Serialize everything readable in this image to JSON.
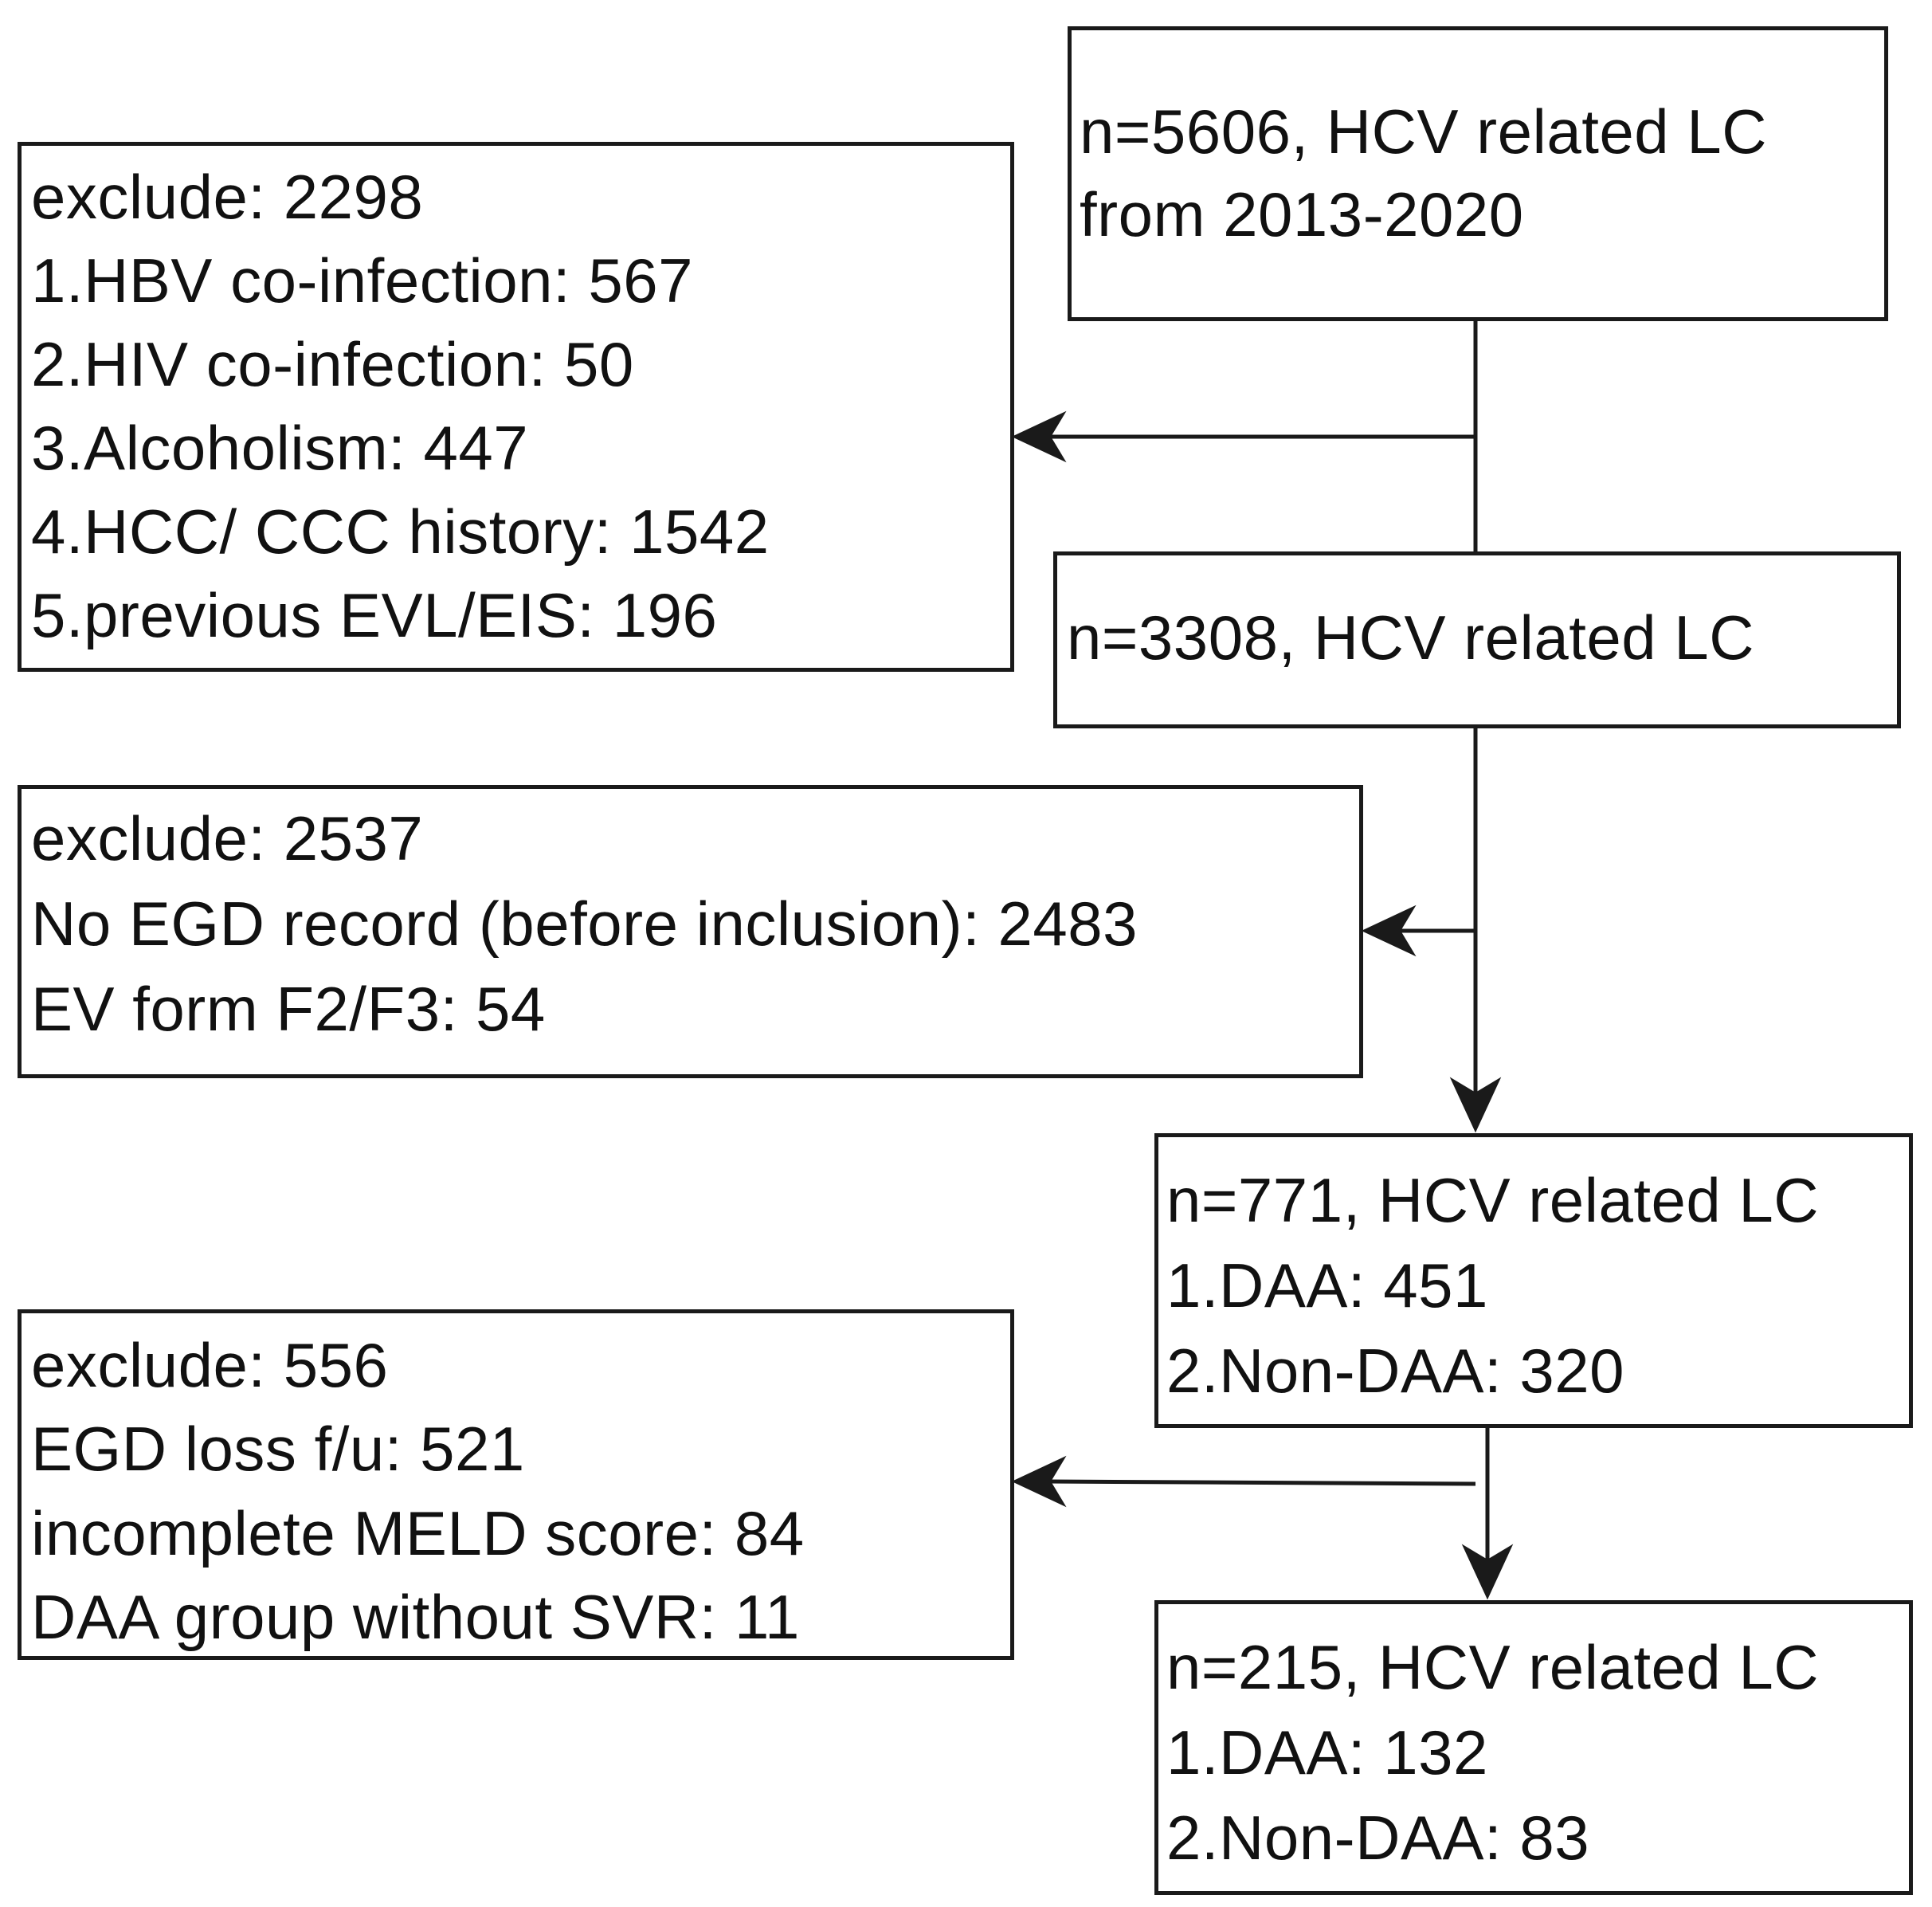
{
  "boxes": {
    "start": {
      "lines": [
        "n=5606, HCV related LC",
        " from 2013-2020"
      ]
    },
    "exclude_1": {
      "lines": [
        "exclude: 2298",
        "1.HBV co-infection: 567",
        "2.HIV co-infection: 50",
        "3.Alcoholism: 447",
        "4.HCC/ CCC history: 1542",
        "5.previous EVL/EIS: 196"
      ]
    },
    "step_2": {
      "lines": [
        "n=3308, HCV related LC"
      ]
    },
    "exclude_2": {
      "lines": [
        "exclude: 2537",
        "No EGD record (before inclusion): 2483",
        "EV form F2/F3: 54"
      ]
    },
    "step_3": {
      "lines": [
        "n=771, HCV related LC",
        "1.DAA: 451",
        "2.Non-DAA: 320"
      ]
    },
    "exclude_3": {
      "lines": [
        "exclude: 556",
        "EGD loss f/u: 521",
        "incomplete MELD score: 84",
        "DAA group without SVR: 11"
      ]
    },
    "final": {
      "lines": [
        "n=215, HCV related LC",
        "1.DAA: 132",
        "2.Non-DAA: 83"
      ]
    }
  },
  "colors": {
    "stroke": "#1a1a1a",
    "text": "#111111",
    "background": "#ffffff"
  }
}
